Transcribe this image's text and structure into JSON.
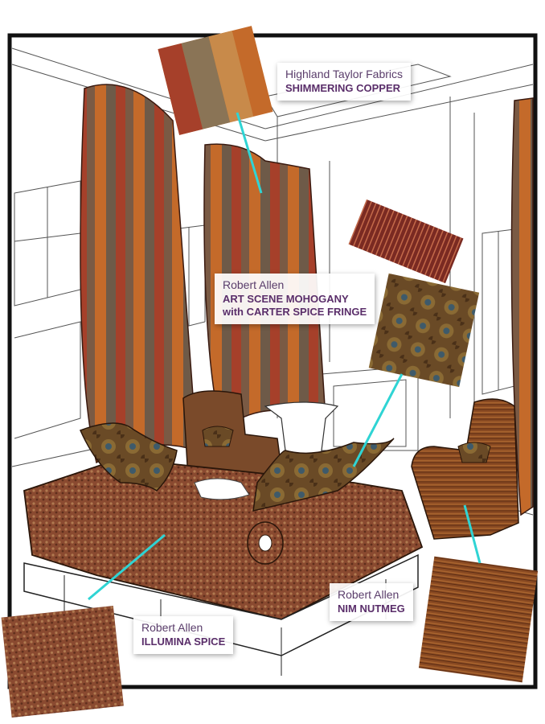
{
  "palette": {
    "frame": "#111111",
    "leader": "#2fd4d4",
    "copper_stripes": [
      "#a6402a",
      "#8a6a4a",
      "#c46a2a",
      "#6e5a48"
    ],
    "sofa": "#7a4a30",
    "chair": "#7a4a2a",
    "paisley": "#6a4a26",
    "label_text": "#5a2e6a"
  },
  "callouts": [
    {
      "brand": "Highland Taylor Fabrics",
      "fabric": "SHIMMERING COPPER"
    },
    {
      "brand": "Robert Allen",
      "fabric": "ART SCENE MOHOGANY",
      "fabric2": "with CARTER SPICE FRINGE"
    },
    {
      "brand": "Robert Allen",
      "fabric": "NIM NUTMEG"
    },
    {
      "brand": "Robert Allen",
      "fabric": "ILLUMINA SPICE"
    }
  ]
}
